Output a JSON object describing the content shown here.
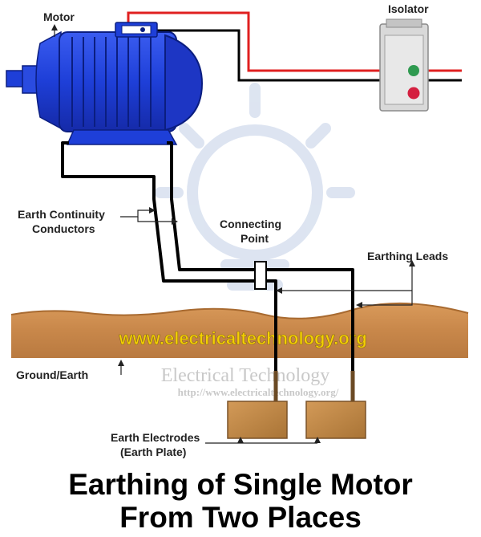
{
  "labels": {
    "motor": "Motor",
    "isolator": "Isolator",
    "earth_continuity_1": "Earth Continuity",
    "earth_continuity_2": "Conductors",
    "connecting_1": "Connecting",
    "connecting_2": "Point",
    "earthing_leads": "Earthing Leads",
    "ground": "Ground/Earth",
    "electrodes_1": "Earth Electrodes",
    "electrodes_2": "(Earth Plate)"
  },
  "watermark": {
    "url": "www.electricaltechnology.org",
    "brand": "Electrical Technology",
    "brand_url": "http://www.electricaltechnology.org/"
  },
  "title": {
    "line1": "Earthing of Single Motor",
    "line2": "From Two Places"
  },
  "colors": {
    "motor_blue": "#1e3fd8",
    "live_wire": "#e02020",
    "earth_wire": "#000000",
    "soil": "#c8874a",
    "plate": "#c08a4c",
    "isolator_body": "#d9d9d9",
    "green_button": "#2f9a50",
    "red_button": "#d42040"
  }
}
